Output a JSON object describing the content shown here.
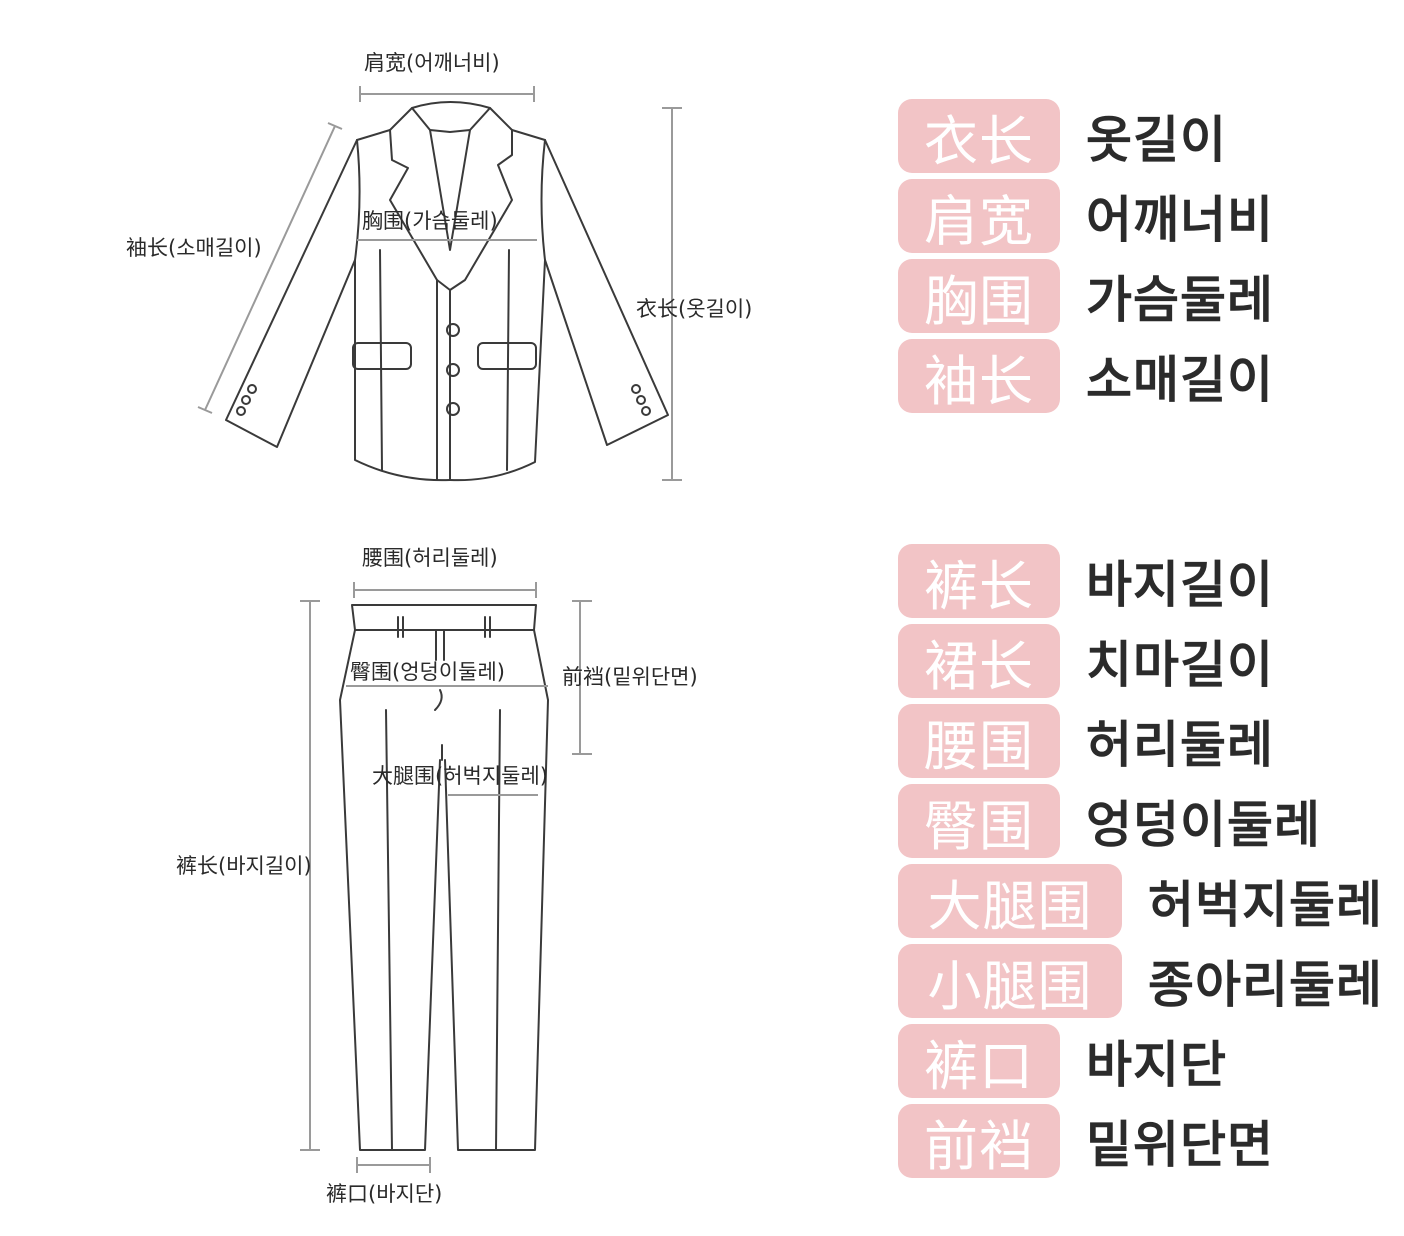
{
  "jacket": {
    "shoulder": "肩宽(어깨너비)",
    "chest": "胸围(가슴둘레)",
    "sleeve": "袖长(소매길이)",
    "length": "衣长(옷길이)"
  },
  "pants": {
    "waist": "腰围(허리둘레)",
    "hip": "臀围(엉덩이둘레)",
    "rise": "前裆(밑위단면)",
    "thigh": "大腿围(허벅지둘레)",
    "length": "裤长(바지길이)",
    "hem": "裤口(바지단)"
  },
  "legend_top": [
    {
      "zh": "衣长",
      "ko": "옷길이"
    },
    {
      "zh": "肩宽",
      "ko": "어깨너비"
    },
    {
      "zh": "胸围",
      "ko": "가슴둘레"
    },
    {
      "zh": "袖长",
      "ko": "소매길이"
    }
  ],
  "legend_bottom": [
    {
      "zh": "裤长",
      "ko": "바지길이"
    },
    {
      "zh": "裙长",
      "ko": "치마길이"
    },
    {
      "zh": "腰围",
      "ko": "허리둘레"
    },
    {
      "zh": "臀围",
      "ko": "엉덩이둘레"
    },
    {
      "zh": "大腿围",
      "ko": "허벅지둘레"
    },
    {
      "zh": "小腿围",
      "ko": "종아리둘레"
    },
    {
      "zh": "裤口",
      "ko": "바지단"
    },
    {
      "zh": "前裆",
      "ko": "밑위단면"
    }
  ],
  "colors": {
    "badge": "#f2c4c6",
    "badge_text": "#ffffff",
    "line": "#3a3a3a",
    "dim_line": "#9a9a9a"
  }
}
